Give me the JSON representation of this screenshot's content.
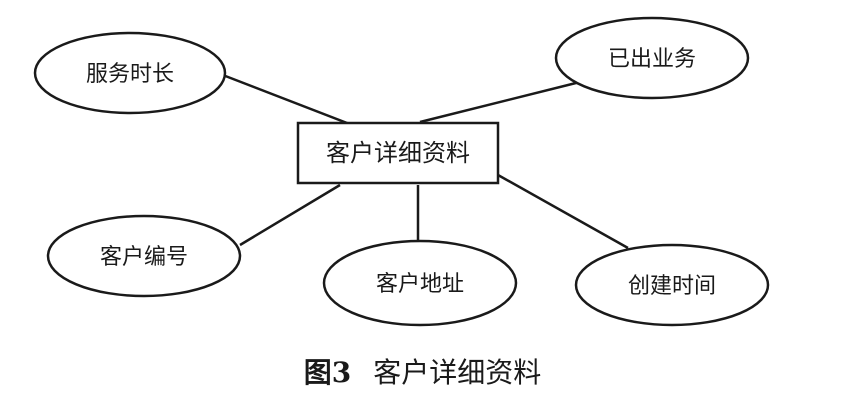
{
  "diagram": {
    "entity": {
      "label": "客户详细资料"
    },
    "attributes": [
      {
        "id": "service-duration",
        "label": "服务时长"
      },
      {
        "id": "shipped-business",
        "label": "已出业务"
      },
      {
        "id": "customer-number",
        "label": "客户编号"
      },
      {
        "id": "customer-address",
        "label": "客户地址"
      },
      {
        "id": "creation-time",
        "label": "创建时间"
      }
    ],
    "stroke_color": "#1a1a1a"
  },
  "caption": {
    "figure_number": "图3",
    "title": "客户详细资料"
  }
}
